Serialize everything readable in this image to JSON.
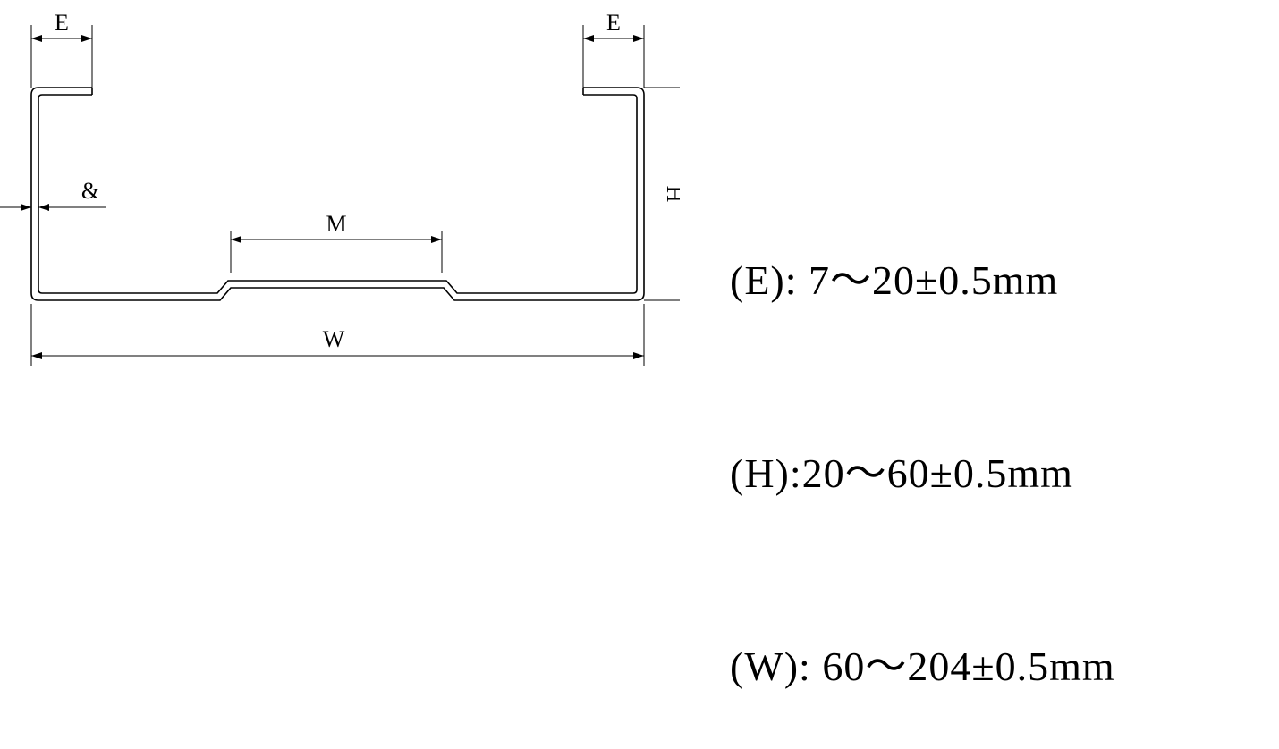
{
  "diagram": {
    "labels": {
      "edge_left": "E",
      "edge_right": "E",
      "thickness": "&",
      "middle": "M",
      "height": "H",
      "width": "W"
    }
  },
  "specs": [
    {
      "text": "(E): 7～20±0.5mm"
    },
    {
      "text": "(H):20～60±0.5mm"
    },
    {
      "text": "(W): 60～204±0.5mm"
    }
  ]
}
